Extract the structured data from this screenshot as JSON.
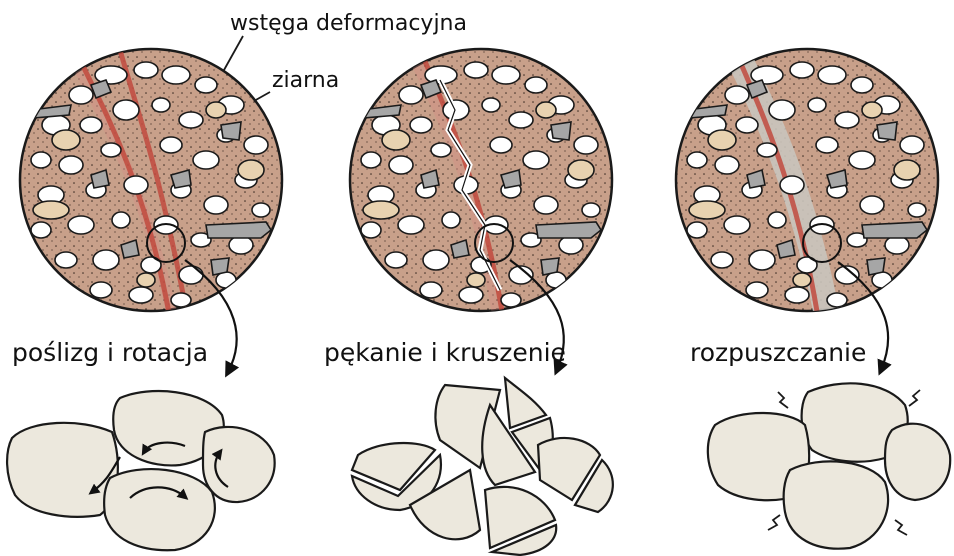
{
  "labels": {
    "deformation_band": "wstęga deformacyjna",
    "grains": "ziarna",
    "mechanism_1": "poślizg i rotacja",
    "mechanism_2": "pękanie i kruszenie",
    "mechanism_3": "rozpuszczanie"
  },
  "colors": {
    "matrix": "#c8a08a",
    "band": "#c14a3e",
    "grain_white": "#ffffff",
    "grain_tan": "#e8d2b0",
    "grain_grey": "#a6a6a6",
    "big_grain": "#ece8dd"
  }
}
